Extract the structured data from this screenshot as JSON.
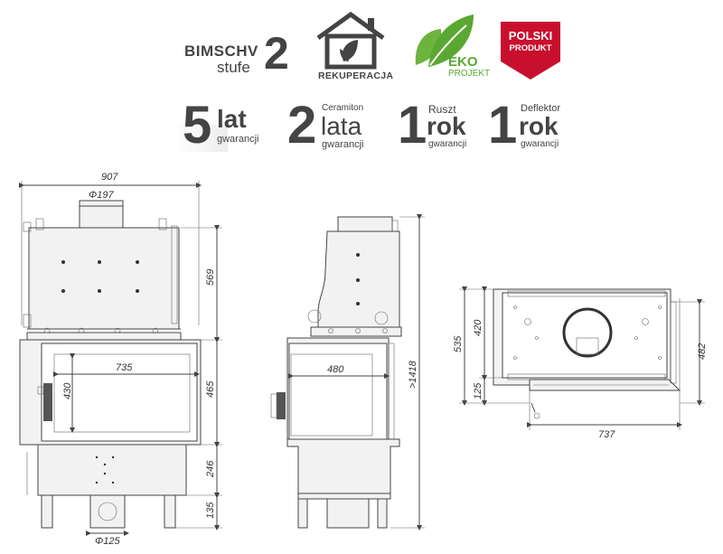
{
  "badges": {
    "bimsch": {
      "line1": "BIMSCHV",
      "line2": "stufe",
      "number": "2"
    },
    "rekuperacja": {
      "label": "REKUPERACJA",
      "icon": "house-leaf-icon"
    },
    "eko": {
      "line1": "EKO",
      "line2": "PROJEKT",
      "icon": "leaf-icon",
      "color": "#5aa832"
    },
    "polski": {
      "line1": "POLSKI",
      "line2": "PRODUKT",
      "color": "#c8102e"
    }
  },
  "warranties": [
    {
      "number": "5",
      "unit": "lat",
      "top": "",
      "sub": "gwarancji"
    },
    {
      "number": "2",
      "unit": "lata",
      "top": "Ceramiton",
      "sub": "gwarancji"
    },
    {
      "number": "1",
      "unit": "rok",
      "top": "Ruszt",
      "sub": "gwarancji"
    },
    {
      "number": "1",
      "unit": "rok",
      "top": "Deflektor",
      "sub": "gwarancji"
    }
  ],
  "front": {
    "width": "907",
    "flue": "Φ197",
    "top_height": "569",
    "glass_width": "735",
    "glass_height": "430",
    "door_height": "465",
    "base_height": "246",
    "legs_height": "135",
    "air_inlet": "Φ125"
  },
  "side": {
    "glass_width": "480",
    "total_height": ">1418"
  },
  "top": {
    "depth": "535",
    "inner_depth": "420",
    "front_depth": "125",
    "width": "737",
    "right_depth": "482"
  }
}
